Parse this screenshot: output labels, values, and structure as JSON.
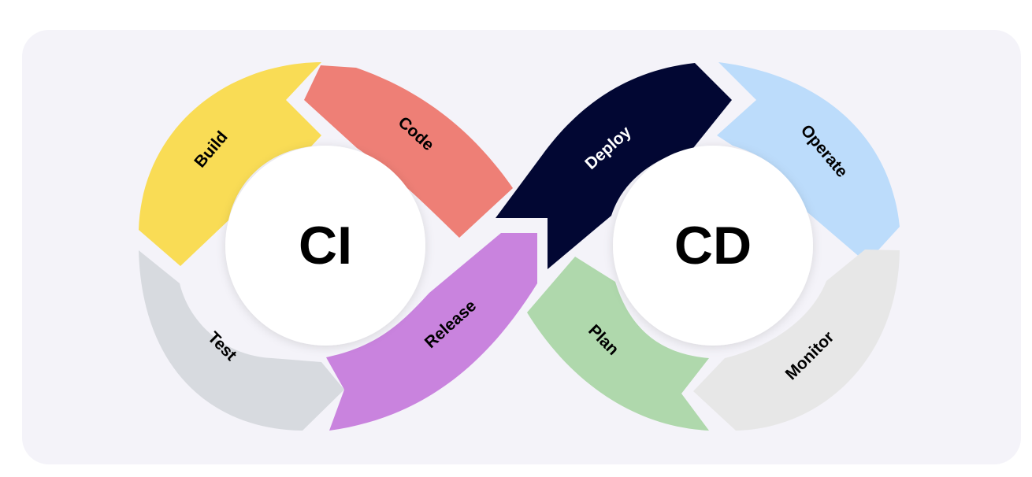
{
  "hubs": {
    "left": "CI",
    "right": "CD"
  },
  "segments": [
    {
      "key": "build",
      "label": "Build",
      "color": "#f9dc55",
      "text_color": "#000000"
    },
    {
      "key": "code",
      "label": "Code",
      "color": "#ee7f76",
      "text_color": "#000000"
    },
    {
      "key": "test",
      "label": "Test",
      "color": "#d7dadf",
      "text_color": "#000000"
    },
    {
      "key": "release",
      "label": "Release",
      "color": "#c983de",
      "text_color": "#000000"
    },
    {
      "key": "deploy",
      "label": "Deploy",
      "color": "#020733",
      "text_color": "#ffffff"
    },
    {
      "key": "operate",
      "label": "Operate",
      "color": "#bcdcfb",
      "text_color": "#000000"
    },
    {
      "key": "plan",
      "label": "Plan",
      "color": "#afd8ac",
      "text_color": "#000000"
    },
    {
      "key": "monitor",
      "label": "Monitor",
      "color": "#e7e7e7",
      "text_color": "#000000"
    }
  ]
}
